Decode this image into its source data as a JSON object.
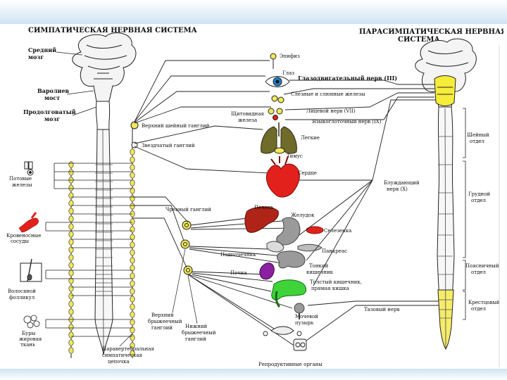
{
  "titles": {
    "sympathetic": "СИМПАТИЧЕСКАЯ НЕРВНАЯ СИСТЕМА",
    "parasympathetic_1": "ПАРАСИМПАТИЧЕСКАЯ НЕРВНАЯ",
    "parasympathetic_2": "СИСТЕМА"
  },
  "brain_parts": {
    "midbrain_1": "Средний",
    "midbrain_2": "мозг",
    "pons_1": "Варолиев",
    "pons_2": "мост",
    "medulla_1": "Продолговатый",
    "medulla_2": "мозг"
  },
  "ganglia": {
    "superior_cervical": "Верхний шейный ганглий",
    "stellate": "Звездчатый ганглий",
    "celiac": "Чревный ганглий",
    "superior_mesenteric_1": "Верхний",
    "superior_mesenteric_2": "брыжеечный",
    "superior_mesenteric_3": "ганглий",
    "inferior_mesenteric_1": "Нижний",
    "inferior_mesenteric_2": "брыжеечный",
    "inferior_mesenteric_3": "ганглий",
    "paravertebral_1": "Паравертебральная",
    "paravertebral_2": "симпатическая",
    "paravertebral_3": "цепочка"
  },
  "left_targets": {
    "sweat_1": "Потовые",
    "sweat_2": "железы",
    "vessel_1": "Кровеносные",
    "vessel_2": "сосуды",
    "hair_1": "Волосяной",
    "hair_2": "фолликул",
    "adipose_1": "Буры",
    "adipose_2": "жировая",
    "adipose_3": "ткань"
  },
  "organs": {
    "pineal": "Эпифиз",
    "eye": "Глаз",
    "tear_salivary": "Слезные и слюнные железы",
    "pituitary_1": "Щитовидная",
    "pituitary_2": "железа",
    "lungs": "Легкие",
    "thymus": "Тимус",
    "heart": "Сердце",
    "liver": "Печень",
    "stomach": "Желудок",
    "spleen": "Селезенка",
    "pancreas": "Панкреас",
    "adrenal": "Надпочечник",
    "kidney": "Почка",
    "small_int_1": "Тонкий",
    "small_int_2": "кишечник",
    "large_int_1": "Толстый кишечник,",
    "large_int_2": "прямая кишка",
    "bladder_1": "Мочевой",
    "bladder_2": "пузырь",
    "reproductive": "Репродуктивные органы"
  },
  "nerves": {
    "oculomotor": "Глазодвигательный нерв (III)",
    "facial": "Лицевой нерв (VII)",
    "glossopharyngeal": "Языкоглоточный нерв (IX)",
    "vagus_1": "Блуждающий",
    "vagus_2": "нерв (X)",
    "pelvic": "Тазовый нерв"
  },
  "regions": {
    "cervical_1": "Шейный",
    "cervical_2": "отдел",
    "thoracic_1": "Грудной",
    "thoracic_2": "отдел",
    "lumbar_1": "Поясничный",
    "lumbar_2": "отдел",
    "sacral_1": "Крестцовый",
    "sacral_2": "отдел"
  },
  "colors": {
    "ganglion": "#f2e85a",
    "heart": "#e3211c",
    "liver": "#b02418",
    "lungs": "#6e6b2b",
    "spleen": "#e3211c",
    "intestine": "#3fd33a",
    "kidney": "#8a1fa0",
    "stomach": "#9a9a9a",
    "eye": "#1e7fc4",
    "sacral": "#f5ec6a",
    "brainstem_para": "#f6ec3a",
    "border": "#cfe3f4"
  }
}
